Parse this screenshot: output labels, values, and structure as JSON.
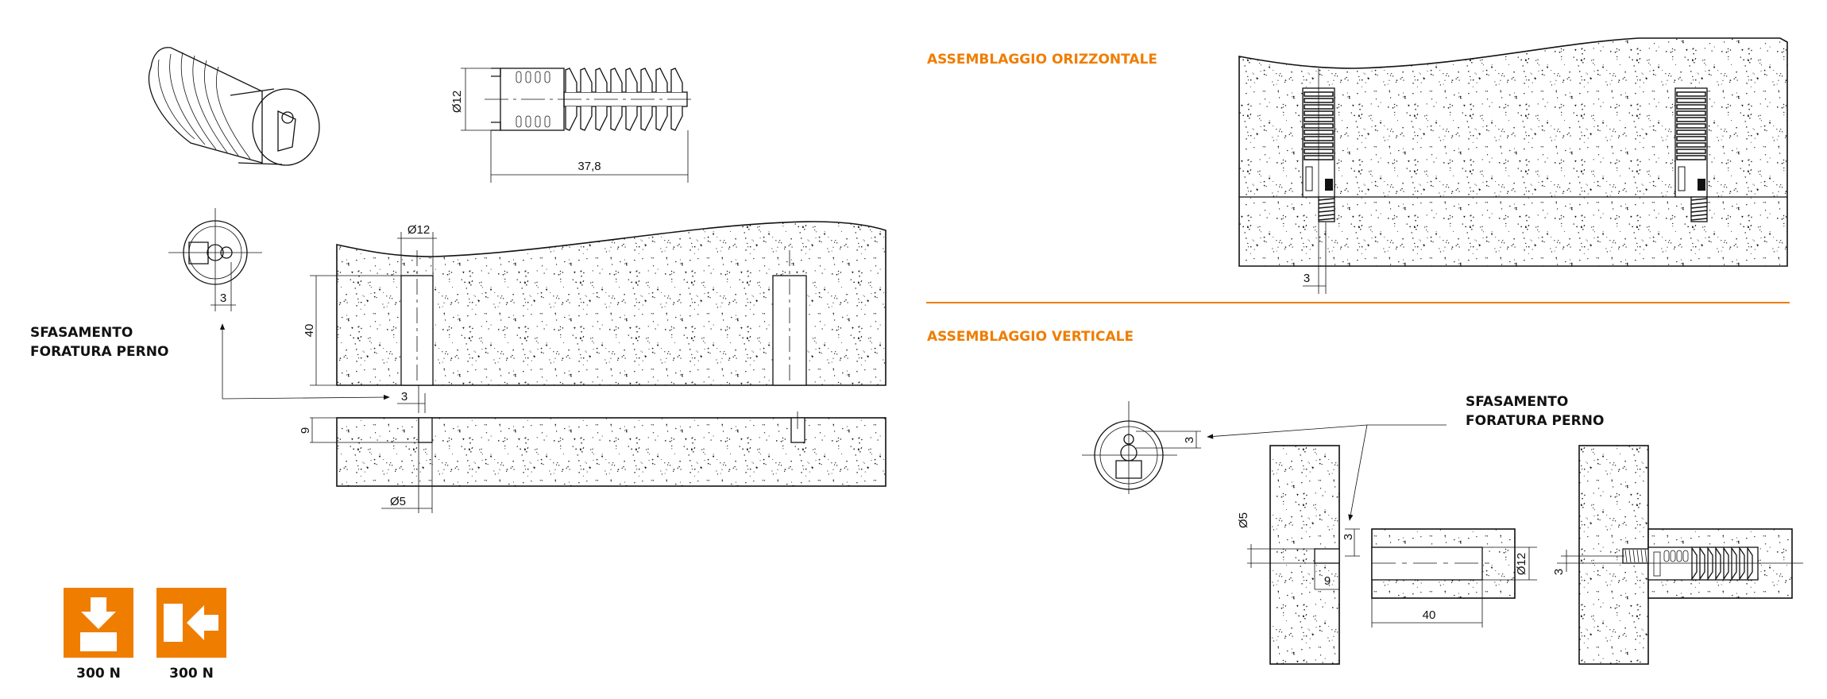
{
  "colors": {
    "accent": "#ef7d00",
    "ink": "#111111"
  },
  "left": {
    "offset_label_line1": "SFASAMENTO",
    "offset_label_line2": "FORATURA PERNO",
    "dims": {
      "dowel_diameter": "Ø12",
      "dowel_length": "37,8",
      "end_offset": "3",
      "hole_diameter": "Ø12",
      "hole_depth": "40",
      "offset": "3",
      "pin_depth": "9",
      "pin_diameter": "Ø5"
    },
    "load_icons": [
      {
        "icon": "vertical-load-icon",
        "label": "300 N"
      },
      {
        "icon": "horizontal-load-icon",
        "label": "300 N"
      }
    ]
  },
  "right": {
    "horizontal_title": "ASSEMBLAGGIO ORIZZONTALE",
    "horizontal_dim": "3",
    "vertical_title": "ASSEMBLAGGIO VERTICALE",
    "offset_label_line1": "SFASAMENTO",
    "offset_label_line2": "FORATURA PERNO",
    "dims": {
      "end_offset": "3",
      "pin_diameter": "Ø5",
      "offset": "3",
      "pin_depth": "9",
      "hole_depth": "40",
      "hole_diameter": "Ø12",
      "assembled_offset": "3"
    }
  }
}
